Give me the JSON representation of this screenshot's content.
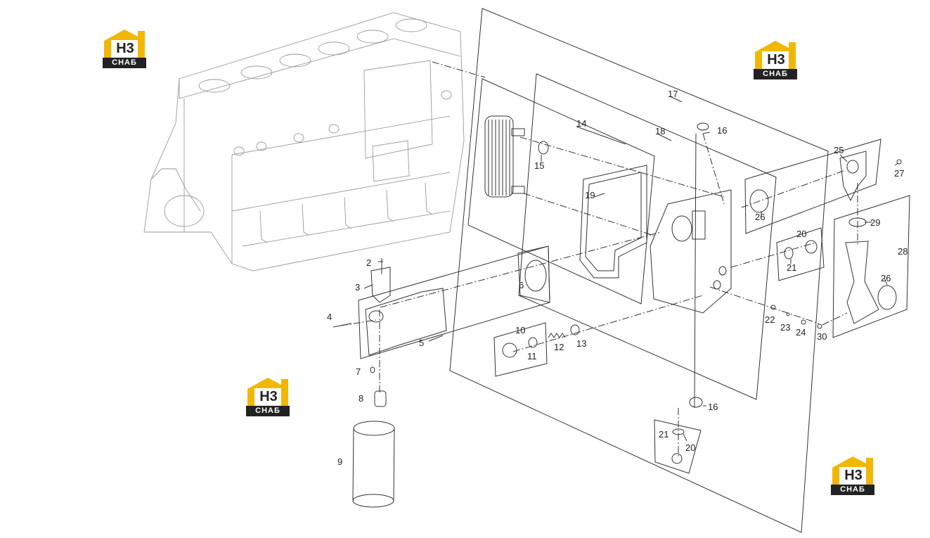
{
  "watermark": {
    "top_text": "H3",
    "bottom_text": "СНАБ",
    "accent": "#f2b705",
    "dark": "#222222"
  },
  "callouts": [
    "17",
    "14",
    "18",
    "16",
    "15",
    "19",
    "25",
    "27",
    "26",
    "29",
    "20",
    "21",
    "28",
    "2",
    "3",
    "6",
    "4",
    "5",
    "10",
    "11",
    "12",
    "13",
    "22",
    "23",
    "24",
    "30",
    "7",
    "8",
    "16",
    "21",
    "20",
    "26",
    "9"
  ]
}
